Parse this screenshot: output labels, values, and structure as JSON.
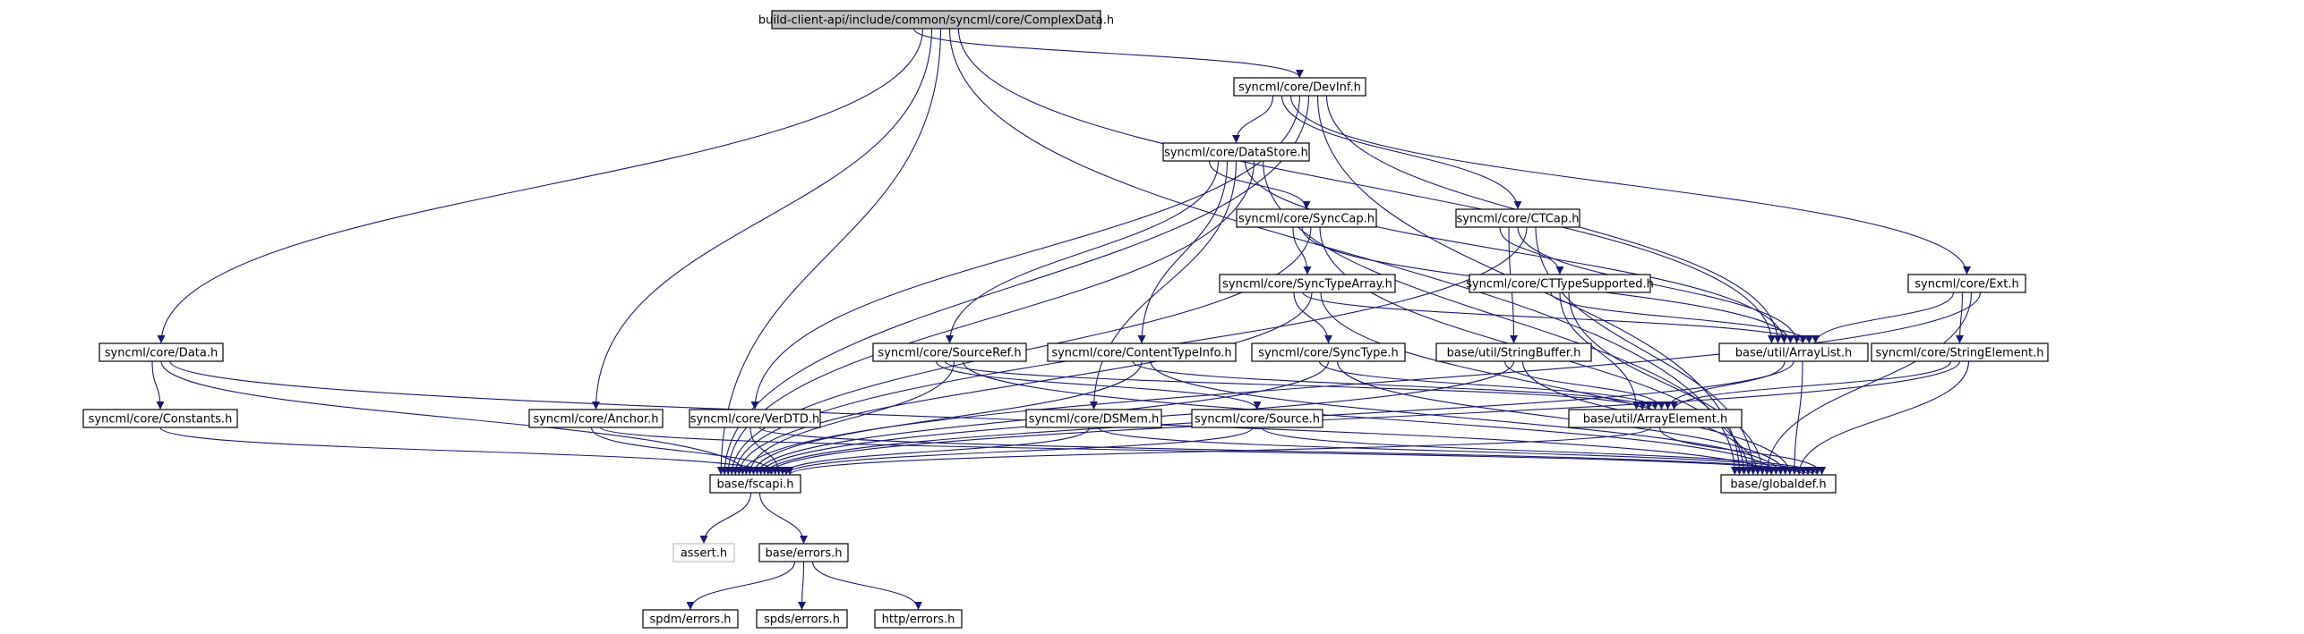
{
  "graph": {
    "colors": {
      "edge": "#191970",
      "root_fill": "#bfbfbf",
      "node_fill": "#ffffff",
      "missing_stroke": "#bfbfbf"
    },
    "nodes": [
      {
        "id": "root",
        "label": "build-client-api/include/common/syncml/core/ComplexData.h",
        "kind": "root"
      },
      {
        "id": "devinf",
        "label": "syncml/core/DevInf.h",
        "kind": "normal"
      },
      {
        "id": "datastore",
        "label": "syncml/core/DataStore.h",
        "kind": "normal"
      },
      {
        "id": "synccap",
        "label": "syncml/core/SyncCap.h",
        "kind": "normal"
      },
      {
        "id": "ctcap",
        "label": "syncml/core/CTCap.h",
        "kind": "normal"
      },
      {
        "id": "synctypearray",
        "label": "syncml/core/SyncTypeArray.h",
        "kind": "normal"
      },
      {
        "id": "cttype",
        "label": "syncml/core/CTTypeSupported.h",
        "kind": "normal"
      },
      {
        "id": "ext",
        "label": "syncml/core/Ext.h",
        "kind": "normal"
      },
      {
        "id": "data",
        "label": "syncml/core/Data.h",
        "kind": "normal"
      },
      {
        "id": "sourceref",
        "label": "syncml/core/SourceRef.h",
        "kind": "normal"
      },
      {
        "id": "contenttypeinfo",
        "label": "syncml/core/ContentTypeInfo.h",
        "kind": "normal"
      },
      {
        "id": "synctype",
        "label": "syncml/core/SyncType.h",
        "kind": "normal"
      },
      {
        "id": "stringbuffer",
        "label": "base/util/StringBuffer.h",
        "kind": "normal"
      },
      {
        "id": "arraylist",
        "label": "base/util/ArrayList.h",
        "kind": "normal"
      },
      {
        "id": "stringelement",
        "label": "syncml/core/StringElement.h",
        "kind": "normal"
      },
      {
        "id": "constants",
        "label": "syncml/core/Constants.h",
        "kind": "normal"
      },
      {
        "id": "anchor",
        "label": "syncml/core/Anchor.h",
        "kind": "normal"
      },
      {
        "id": "verdtd",
        "label": "syncml/core/VerDTD.h",
        "kind": "normal"
      },
      {
        "id": "dsmem",
        "label": "syncml/core/DSMem.h",
        "kind": "normal"
      },
      {
        "id": "source",
        "label": "syncml/core/Source.h",
        "kind": "normal"
      },
      {
        "id": "arrayelement",
        "label": "base/util/ArrayElement.h",
        "kind": "normal"
      },
      {
        "id": "fscapi",
        "label": "base/fscapi.h",
        "kind": "normal"
      },
      {
        "id": "globaldef",
        "label": "base/globaldef.h",
        "kind": "normal"
      },
      {
        "id": "asserth",
        "label": "assert.h",
        "kind": "missing"
      },
      {
        "id": "errors",
        "label": "base/errors.h",
        "kind": "normal"
      },
      {
        "id": "spdm",
        "label": "spdm/errors.h",
        "kind": "normal"
      },
      {
        "id": "spds",
        "label": "spds/errors.h",
        "kind": "normal"
      },
      {
        "id": "http",
        "label": "http/errors.h",
        "kind": "normal"
      }
    ],
    "edges": [
      [
        "root",
        "devinf"
      ],
      [
        "root",
        "data"
      ],
      [
        "root",
        "anchor"
      ],
      [
        "root",
        "fscapi"
      ],
      [
        "root",
        "globaldef"
      ],
      [
        "root",
        "arraylist"
      ],
      [
        "devinf",
        "datastore"
      ],
      [
        "devinf",
        "ctcap"
      ],
      [
        "devinf",
        "ext"
      ],
      [
        "devinf",
        "verdtd"
      ],
      [
        "devinf",
        "fscapi"
      ],
      [
        "devinf",
        "globaldef"
      ],
      [
        "devinf",
        "arraylist"
      ],
      [
        "datastore",
        "synccap"
      ],
      [
        "datastore",
        "sourceref"
      ],
      [
        "datastore",
        "contenttypeinfo"
      ],
      [
        "datastore",
        "dsmem"
      ],
      [
        "datastore",
        "arraylist"
      ],
      [
        "datastore",
        "fscapi"
      ],
      [
        "datastore",
        "globaldef"
      ],
      [
        "synccap",
        "synctypearray"
      ],
      [
        "synccap",
        "arraylist"
      ],
      [
        "synccap",
        "fscapi"
      ],
      [
        "synccap",
        "globaldef"
      ],
      [
        "ctcap",
        "cttype"
      ],
      [
        "ctcap",
        "stringbuffer"
      ],
      [
        "ctcap",
        "arraylist"
      ],
      [
        "ctcap",
        "fscapi"
      ],
      [
        "ctcap",
        "globaldef"
      ],
      [
        "synctypearray",
        "synctype"
      ],
      [
        "synctypearray",
        "arraylist"
      ],
      [
        "synctypearray",
        "fscapi"
      ],
      [
        "synctypearray",
        "globaldef"
      ],
      [
        "cttype",
        "arraylist"
      ],
      [
        "cttype",
        "arrayelement"
      ],
      [
        "cttype",
        "globaldef"
      ],
      [
        "ext",
        "arraylist"
      ],
      [
        "ext",
        "stringelement"
      ],
      [
        "ext",
        "globaldef"
      ],
      [
        "ext",
        "fscapi"
      ],
      [
        "data",
        "constants"
      ],
      [
        "data",
        "fscapi"
      ],
      [
        "data",
        "globaldef"
      ],
      [
        "sourceref",
        "source"
      ],
      [
        "sourceref",
        "arrayelement"
      ],
      [
        "sourceref",
        "fscapi"
      ],
      [
        "sourceref",
        "globaldef"
      ],
      [
        "contenttypeinfo",
        "arrayelement"
      ],
      [
        "contenttypeinfo",
        "fscapi"
      ],
      [
        "contenttypeinfo",
        "globaldef"
      ],
      [
        "synctype",
        "arrayelement"
      ],
      [
        "synctype",
        "fscapi"
      ],
      [
        "synctype",
        "globaldef"
      ],
      [
        "stringbuffer",
        "arrayelement"
      ],
      [
        "stringbuffer",
        "fscapi"
      ],
      [
        "stringbuffer",
        "globaldef"
      ],
      [
        "arraylist",
        "arrayelement"
      ],
      [
        "arraylist",
        "fscapi"
      ],
      [
        "arraylist",
        "globaldef"
      ],
      [
        "stringelement",
        "arrayelement"
      ],
      [
        "stringelement",
        "fscapi"
      ],
      [
        "stringelement",
        "globaldef"
      ],
      [
        "constants",
        "fscapi"
      ],
      [
        "anchor",
        "fscapi"
      ],
      [
        "anchor",
        "globaldef"
      ],
      [
        "verdtd",
        "fscapi"
      ],
      [
        "verdtd",
        "globaldef"
      ],
      [
        "dsmem",
        "fscapi"
      ],
      [
        "dsmem",
        "globaldef"
      ],
      [
        "source",
        "fscapi"
      ],
      [
        "source",
        "globaldef"
      ],
      [
        "arrayelement",
        "fscapi"
      ],
      [
        "arrayelement",
        "globaldef"
      ],
      [
        "fscapi",
        "asserth"
      ],
      [
        "fscapi",
        "errors"
      ],
      [
        "errors",
        "spdm"
      ],
      [
        "errors",
        "spds"
      ],
      [
        "errors",
        "http"
      ]
    ]
  }
}
